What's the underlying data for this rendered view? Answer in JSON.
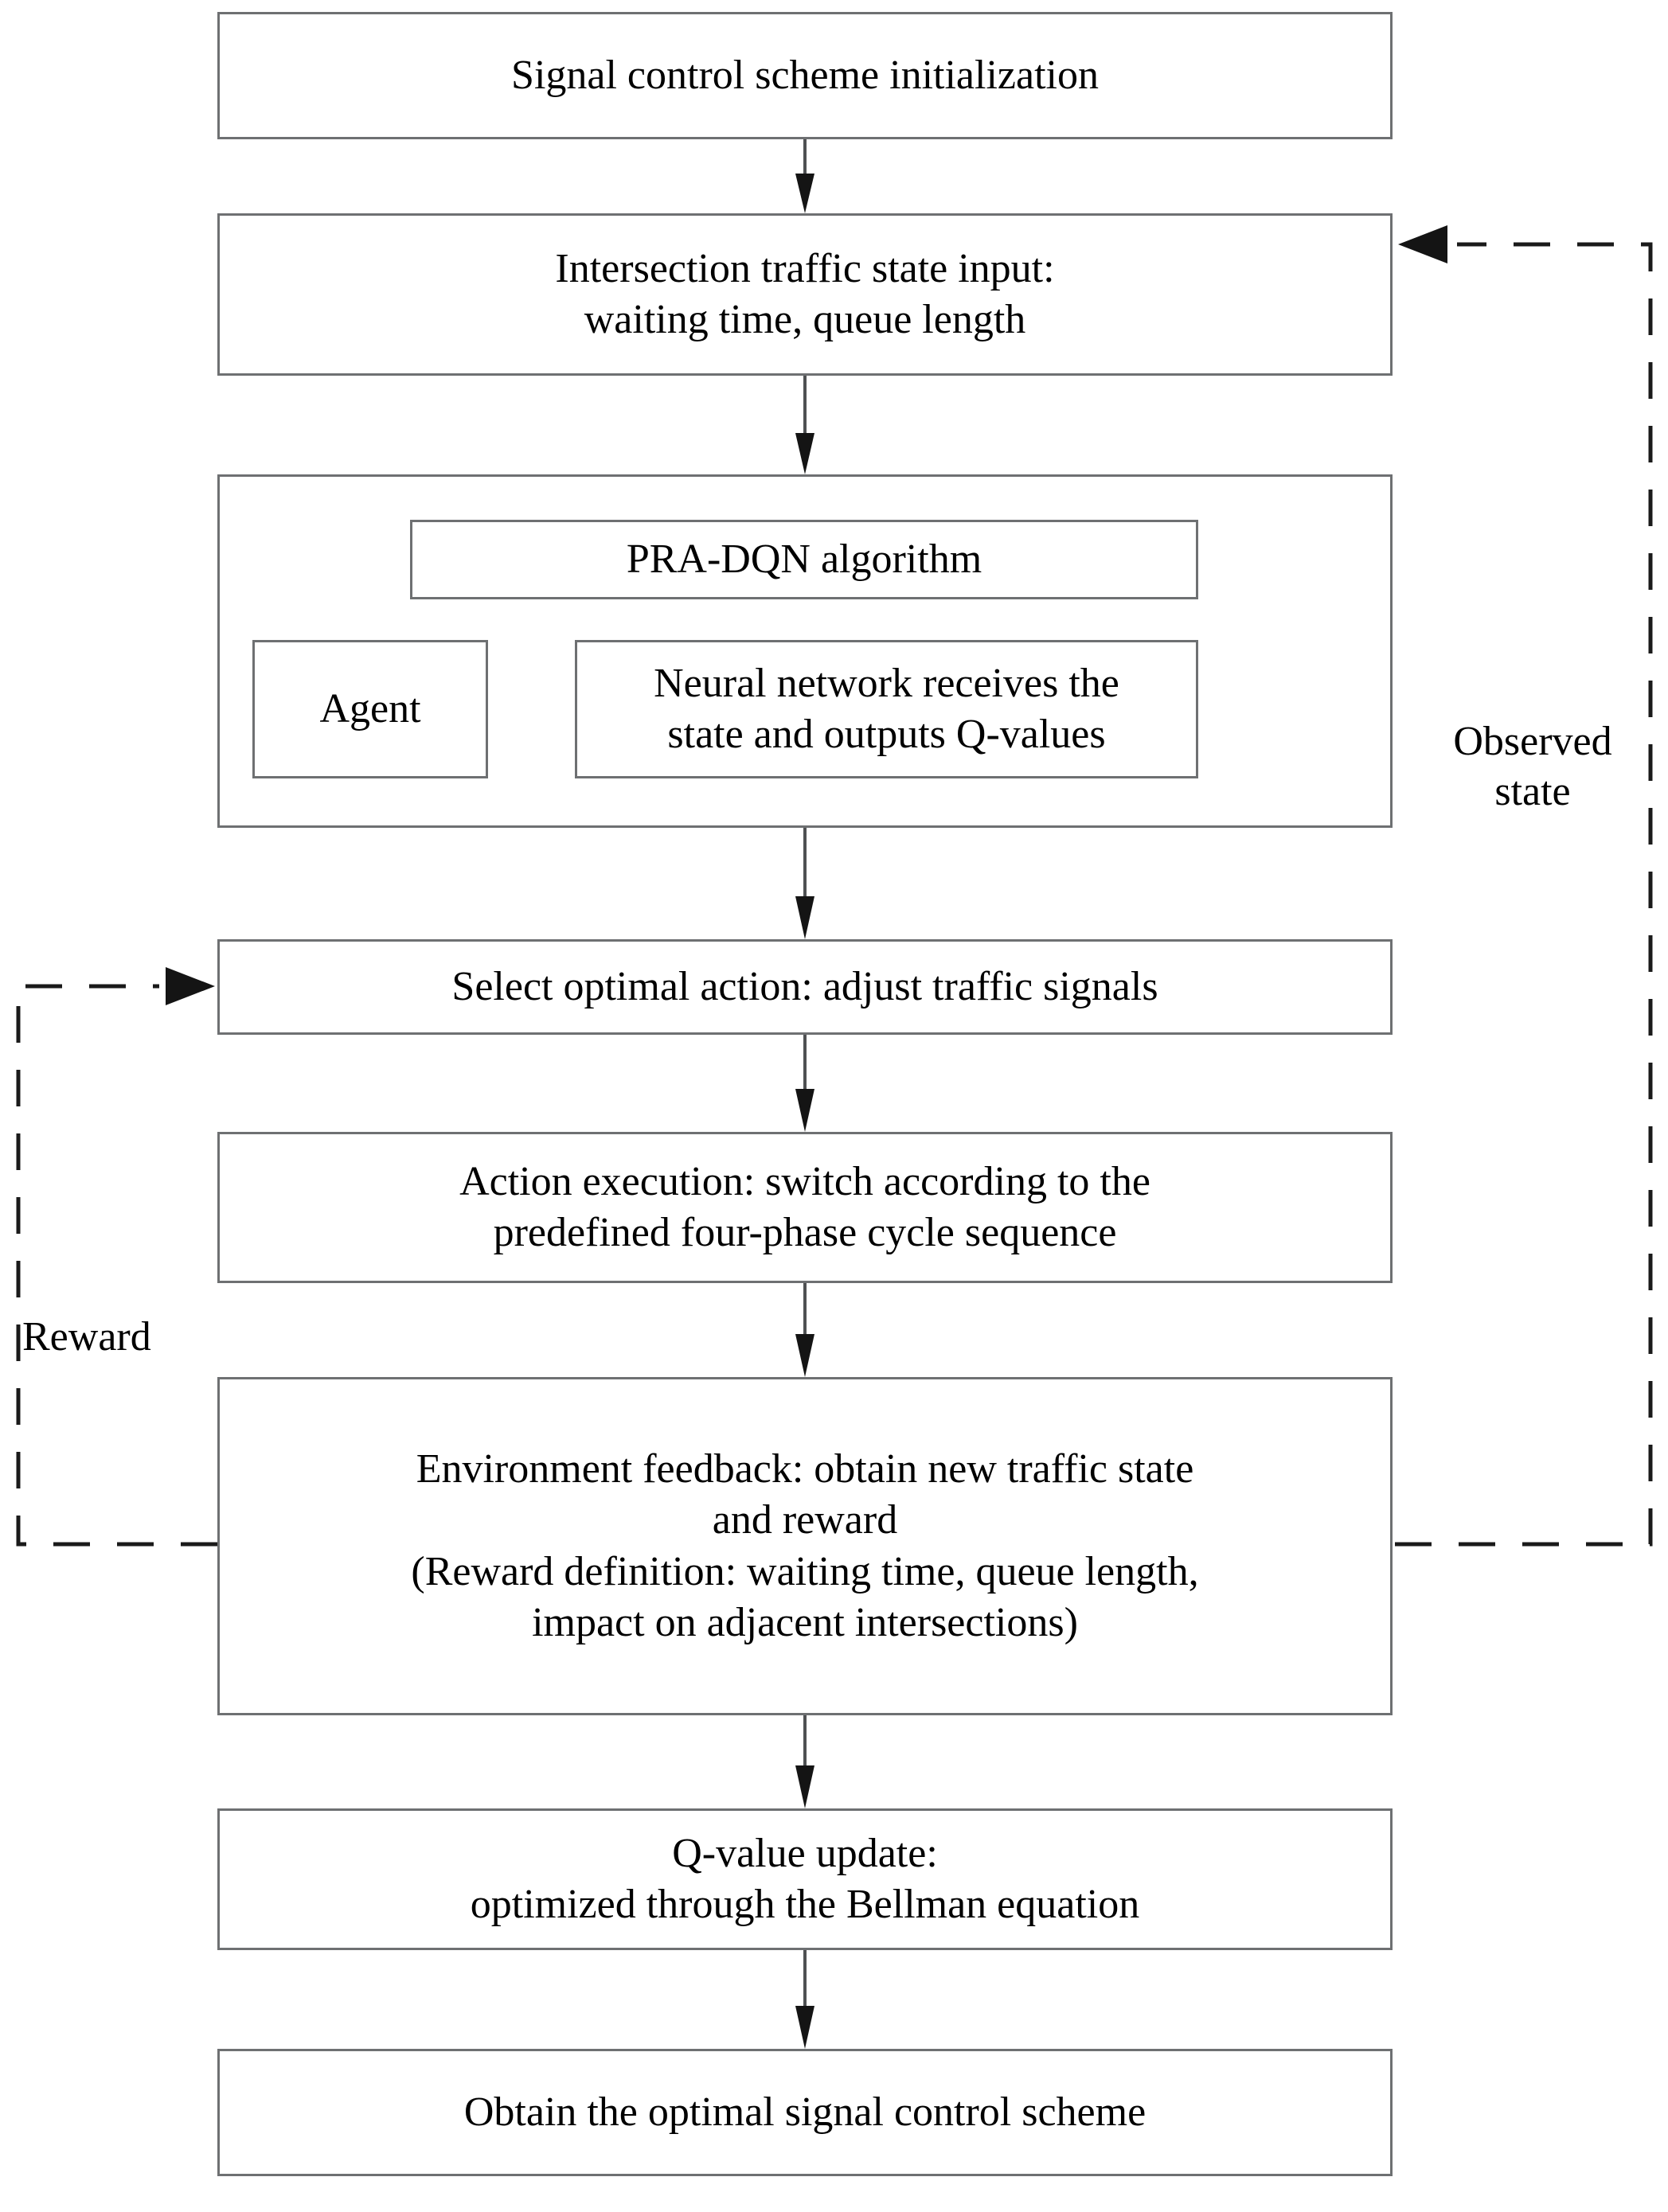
{
  "diagram": {
    "title": "PRA-DQN traffic signal control reinforcement learning flowchart",
    "type": "flowchart",
    "nodes": [
      {
        "id": "init",
        "label": "Signal control scheme initialization"
      },
      {
        "id": "state-input",
        "label": "Intersection traffic state input:\nwaiting time, queue length"
      },
      {
        "id": "algorithm-container",
        "label": ""
      },
      {
        "id": "pra-dqn",
        "label": "PRA-DQN algorithm"
      },
      {
        "id": "agent",
        "label": "Agent"
      },
      {
        "id": "neural-network",
        "label": "Neural network receives the\nstate and outputs Q-values"
      },
      {
        "id": "select-action",
        "label": "Select optimal action: adjust traffic signals"
      },
      {
        "id": "action-execution",
        "label": "Action execution: switch according to the\npredefined four-phase cycle sequence"
      },
      {
        "id": "environment-feedback",
        "label": "Environment feedback: obtain new traffic state\nand reward\n(Reward definition: waiting time, queue length,\nimpact on adjacent intersections)"
      },
      {
        "id": "q-update",
        "label": "Q-value update:\noptimized through the Bellman equation"
      },
      {
        "id": "final",
        "label": "Obtain the optimal signal control scheme"
      }
    ],
    "edge_labels": {
      "observed_state": "Observed\nstate",
      "reward": "Reward"
    },
    "colors": {
      "box_border": "#6e7072",
      "arrow": "#2b2d2f",
      "dashed": "#1a1a1a",
      "text": "#000000",
      "background": "#ffffff"
    }
  }
}
